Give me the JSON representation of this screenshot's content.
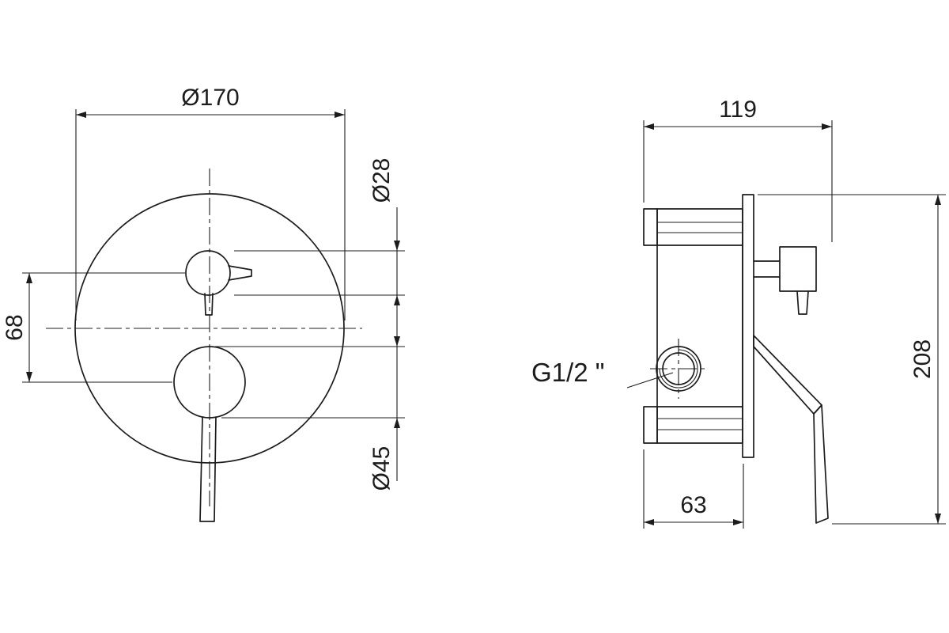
{
  "drawing": {
    "front_view": {
      "dim_outer_diameter": "Ø170",
      "dim_diverter_diameter": "Ø28",
      "dim_handle_diameter": "Ø45",
      "dim_center_spacing": "68"
    },
    "side_view": {
      "dim_width": "119",
      "dim_height": "208",
      "dim_depth": "63",
      "thread_label": "G1/2 \""
    }
  }
}
